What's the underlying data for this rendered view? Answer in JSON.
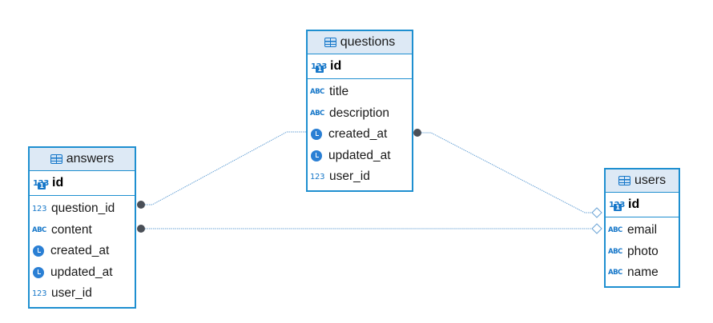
{
  "entities": {
    "questions": {
      "title": "questions",
      "pk": {
        "type_icon": "123-key-icon",
        "name": "id"
      },
      "columns": [
        {
          "type_icon": "abc-icon",
          "name": "title"
        },
        {
          "type_icon": "abc-icon",
          "name": "description"
        },
        {
          "type_icon": "clock-icon",
          "name": "created_at"
        },
        {
          "type_icon": "clock-icon",
          "name": "updated_at"
        },
        {
          "type_icon": "123-icon",
          "name": "user_id"
        }
      ]
    },
    "answers": {
      "title": "answers",
      "pk": {
        "type_icon": "123-key-icon",
        "name": "id"
      },
      "columns": [
        {
          "type_icon": "123-icon",
          "name": "question_id"
        },
        {
          "type_icon": "abc-icon",
          "name": "content"
        },
        {
          "type_icon": "clock-icon",
          "name": "created_at"
        },
        {
          "type_icon": "clock-icon",
          "name": "updated_at"
        },
        {
          "type_icon": "123-icon",
          "name": "user_id"
        }
      ]
    },
    "users": {
      "title": "users",
      "pk": {
        "type_icon": "123-key-icon",
        "name": "id"
      },
      "columns": [
        {
          "type_icon": "abc-icon",
          "name": "email"
        },
        {
          "type_icon": "abc-icon",
          "name": "photo"
        },
        {
          "type_icon": "abc-icon",
          "name": "name"
        }
      ]
    }
  },
  "relationships": [
    {
      "from": "answers.question_id",
      "to": "questions.id"
    },
    {
      "from": "questions.user_id",
      "to": "users.id"
    },
    {
      "from": "answers.user_id",
      "to": "users.id"
    }
  ],
  "icon_glyphs": {
    "num": "123",
    "abc": "ABC",
    "key": "1"
  },
  "colors": {
    "border": "#1e8fd0",
    "header_bg": "#dde9f5",
    "icon_blue": "#1677c9",
    "connector": "#6aa3d6",
    "endpoint_dot": "#4a4f57"
  }
}
